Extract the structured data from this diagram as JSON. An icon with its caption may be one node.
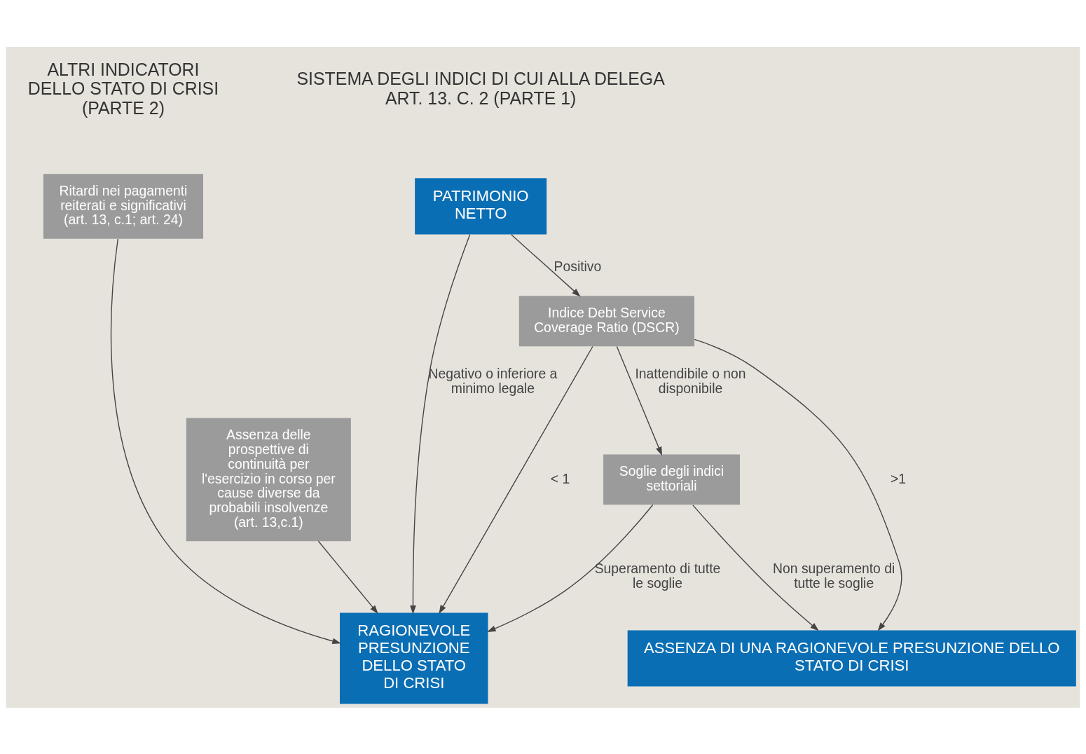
{
  "diagram": {
    "nodes": [
      {
        "text": [
          "PATRIMONIO NETTO"
        ]
      },
      {
        "text": [
          "RAGIONEVOLE PRESUNZIONE DELLO STATO DI CRISI"
        ]
      },
      {
        "text": [
          "Ritardi nei pagamenti reiterati e significativi (art. 13, c.1; art. 24)"
        ]
      },
      {
        "text": [
          "Indice Debt Service Coverage Ratio (DSCR)"
        ]
      },
      {
        "text": [
          "Soglie degli indici settoriali"
        ]
      },
      {
        "text": [
          "Assenza delle prospettive di continuità per l'esercizio in corso per cause diverse da probabili insolvenze (art. 13,c.1)"
        ]
      },
      {
        "text": [
          "ASSENZA DI UNA RAGIONEVOLE PRESUNZIONE DELLO STATO DI CRISI"
        ]
      }
    ],
    "edges": [
      {
        "from": 0,
        "to": 1,
        "arrow": "to",
        "label": "Negativo o inferiore a minimo legale"
      },
      {
        "from": 0,
        "to": 3,
        "arrow": "to",
        "label": "Positivo"
      },
      {
        "from": 3,
        "to": 1,
        "arrow": "to",
        "label": "< 1"
      },
      {
        "from": 3,
        "to": 4,
        "arrow": "to",
        "label": "Inattendibile o non disponibile"
      },
      {
        "from": 3,
        "to": 6,
        "arrow": "to",
        "label": ">1"
      },
      {
        "from": 4,
        "to": 1,
        "arrow": "to",
        "label": "Superamento di tutte le soglie"
      },
      {
        "from": 4,
        "to": 6,
        "arrow": "to",
        "label": "Non superamento di tutte le soglie"
      },
      {
        "from": 2,
        "to": 1,
        "arrow": "to"
      },
      {
        "from": 5,
        "to": 1,
        "arrow": "to"
      }
    ],
    "labels": [
      "SISTEMA DEGLI INDICI DI CUI ALLA DELEGA ART. 13. C. 2 (PARTE 1)",
      "ALTRI INDICATORI DELLO STATO DI CRISI (PARTE 2)"
    ]
  }
}
